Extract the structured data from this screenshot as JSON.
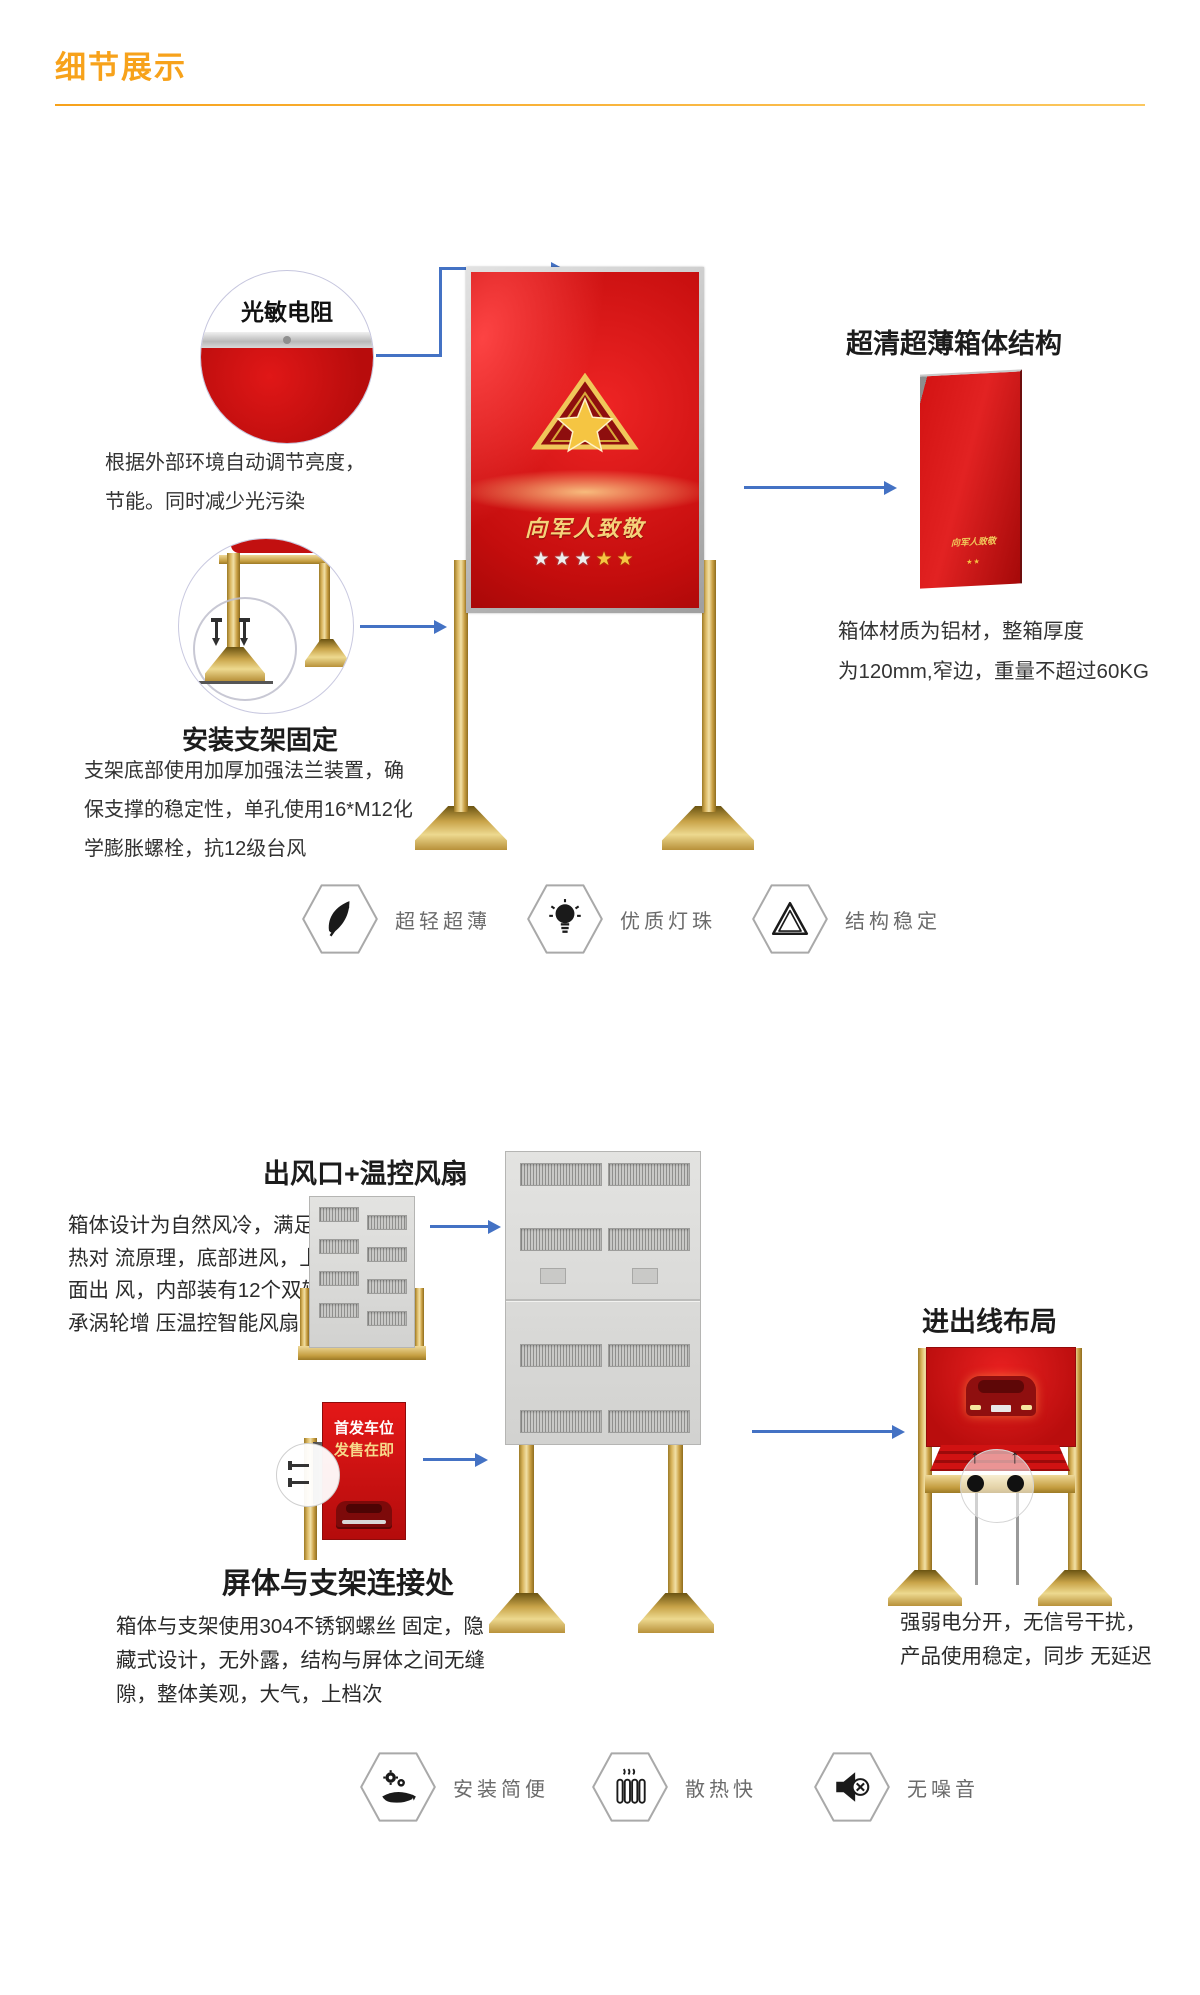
{
  "header": {
    "title": "细节展示"
  },
  "colors": {
    "accent_orange": "#F7A21B",
    "arrow_blue": "#4472C4",
    "stand_gold": "#D4A94B",
    "poster_red": "#CE1111"
  },
  "section1": {
    "photoresistor": {
      "label": "光敏电阻",
      "desc": [
        "根据外部环境自动调节亮度，",
        "节能。同时减少光污染"
      ]
    },
    "bracket": {
      "heading": "安装支架固定",
      "desc": [
        "支架底部使用加厚加强法兰装置，确",
        "保支撑的稳定性，单孔使用16*M12化",
        "学膨胀螺栓，抗12级台风"
      ]
    },
    "cabinet": {
      "heading": "超清超薄箱体结构",
      "desc": [
        "箱体材质为铝材，整箱厚度",
        "为120mm,窄边，重量不超过60KG"
      ]
    },
    "poster": {
      "title": "向军人致敬",
      "stars_silver": "★★★",
      "stars_gold": "★★"
    },
    "features": [
      {
        "icon": "feather-icon",
        "label": "超轻超薄"
      },
      {
        "icon": "bulb-icon",
        "label": "优质灯珠"
      },
      {
        "icon": "triangle-icon",
        "label": "结构稳定"
      }
    ]
  },
  "section2": {
    "vent": {
      "heading": "出风口+温控风扇",
      "desc": [
        "箱体设计为自然风冷，满足",
        "热对 流原理，底部进风，上",
        "面出 风，内部装有12个双轴",
        "承涡轮增 压温控智能风扇"
      ]
    },
    "connection": {
      "heading": "屏体与支架连接处",
      "poster": {
        "line1": "首发车位",
        "line2": "发售在即"
      },
      "desc": [
        "箱体与支架使用304不锈钢螺丝 固定，隐",
        "藏式设计，无外露，结构与屏体之间无缝",
        "隙，整体美观，大气，上档次"
      ]
    },
    "wiring": {
      "heading": "进出线布局",
      "desc": [
        "强弱电分开，无信号干扰，",
        "产品使用稳定，同步 无延迟"
      ]
    },
    "features": [
      {
        "icon": "hand-gears-icon",
        "label": "安装简便"
      },
      {
        "icon": "radiator-icon",
        "label": "散热快"
      },
      {
        "icon": "muted-speaker-icon",
        "label": "无噪音"
      }
    ]
  }
}
